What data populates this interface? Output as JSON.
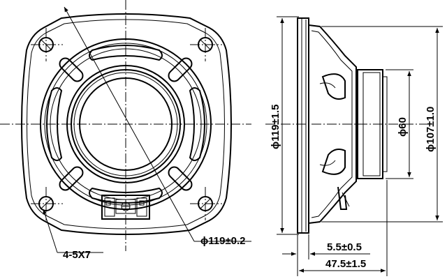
{
  "front_view": {
    "mount_hole_label": "4-5X7",
    "mount_diameter_label": "ϕ119±0.2"
  },
  "side_view": {
    "frame_diameter_label": "ϕ119±1.5",
    "magnet_diameter_label": "ϕ60",
    "cone_diameter_label": "ϕ107±1.0",
    "flange_thickness_label": "5.5±0.5",
    "total_depth_label": "47.5±1.5"
  }
}
